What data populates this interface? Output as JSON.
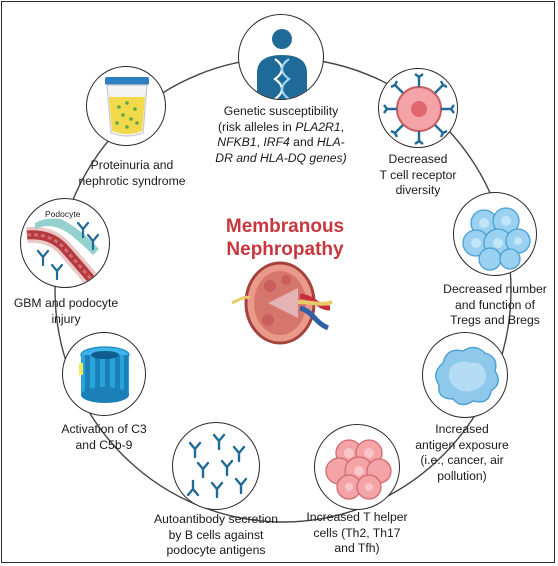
{
  "title_line1": "Membranous",
  "title_line2": "Nephropathy",
  "podocyte_tag": "Podocyte",
  "nodes": {
    "genetic": {
      "l1": "Genetic susceptibility",
      "l2a": "(risk alleles in ",
      "l2b": "PLA2R1",
      "l2c": ",",
      "l3a": "NFKB1",
      "l3b": ", ",
      "l3c": "IRF4",
      "l3d": " and ",
      "l3e": "HLA-",
      "l4": "DR and HLA-DQ genes)"
    },
    "tcr": {
      "l1": "Decreased",
      "l2": "T cell receptor",
      "l3": "diversity"
    },
    "tregs": {
      "l1": "Decreased number",
      "l2": "and function of",
      "l3": "Tregs and Bregs"
    },
    "antigen": {
      "l1": "Increased",
      "l2": "antigen exposure",
      "l3": "(i.e., cancer, air",
      "l4": "pollution)"
    },
    "thelper": {
      "l1": "Increased T helper",
      "l2": "cells (Th2, Th17",
      "l3": "and Tfh)"
    },
    "autoab": {
      "l1": "Autoantibody secretion",
      "l2": "by B cells against",
      "l3": "podocyte antigens"
    },
    "c3": {
      "l1": "Activation of C3",
      "l2": "and C5b-9"
    },
    "gbm": {
      "l1": "GBM and podocyte",
      "l2": "injury"
    },
    "proteinuria": {
      "l1": "Proteinuria and",
      "l2": "nephrotic syndrome"
    }
  },
  "colors": {
    "title": "#c8373d",
    "ring": "#444444",
    "cell_blue": "#8ec9ec",
    "cell_red": "#f08a8e",
    "antibody": "#1f6a97"
  }
}
